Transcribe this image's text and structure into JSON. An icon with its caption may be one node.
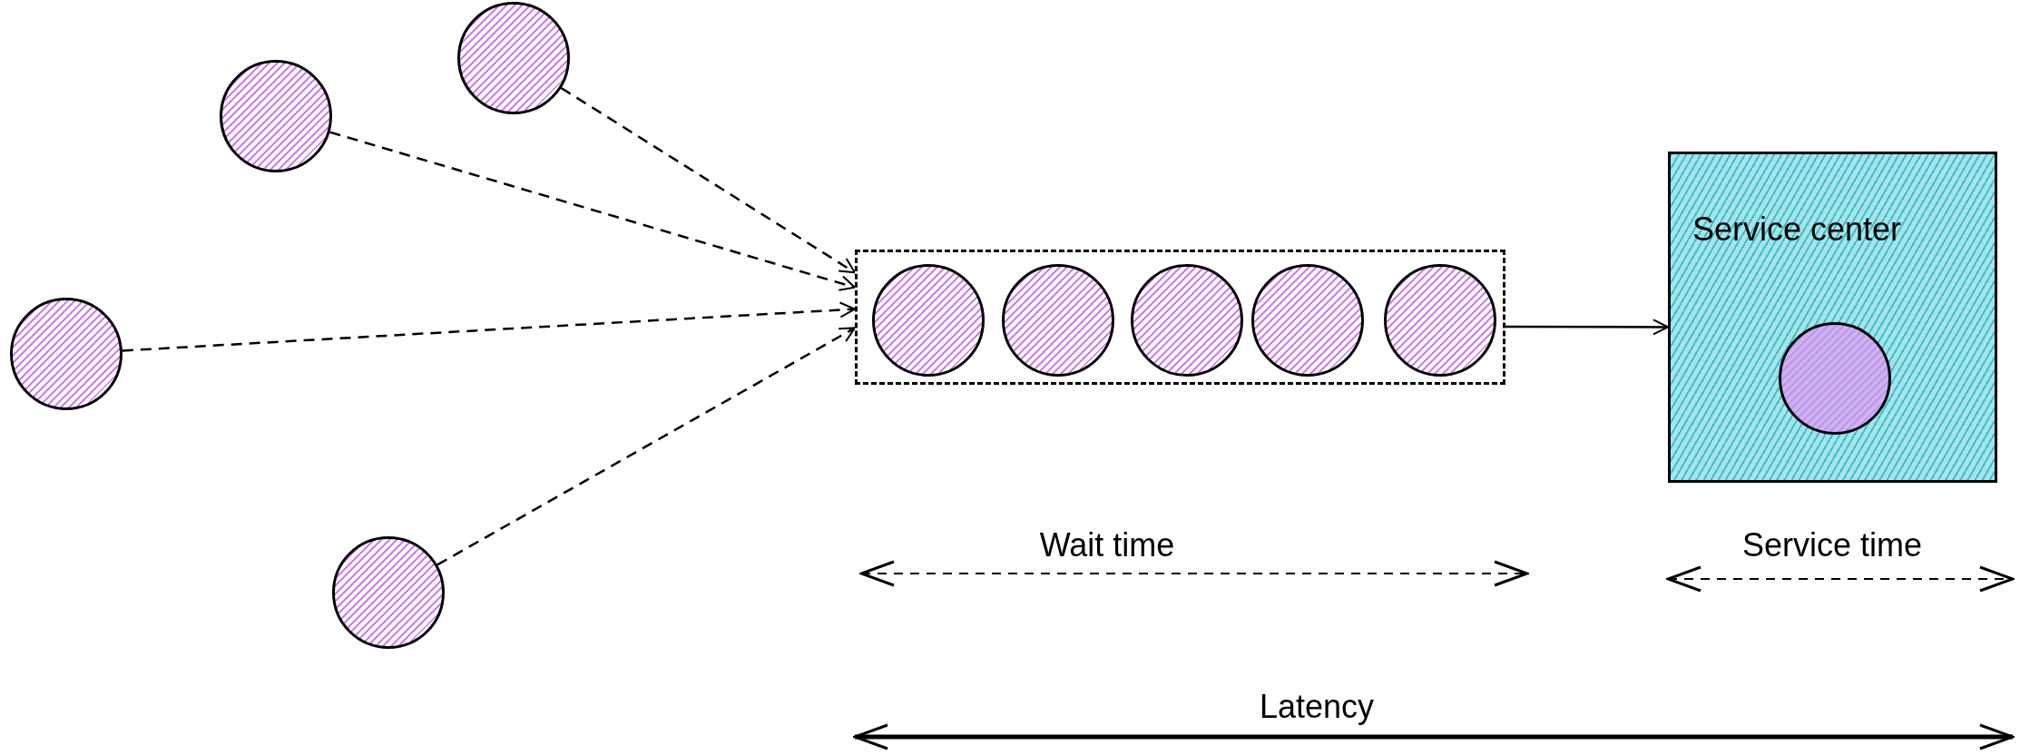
{
  "diagram": {
    "nodes": [
      {
        "text": [],
        "shape": "circle"
      },
      {
        "text": [],
        "shape": "circle"
      },
      {
        "text": [],
        "shape": "circle"
      },
      {
        "text": [],
        "shape": "circle"
      },
      {
        "text": [],
        "shape": "box"
      },
      {
        "text": [],
        "shape": "circle",
        "in": 4
      },
      {
        "text": [],
        "shape": "circle",
        "in": 4
      },
      {
        "text": [],
        "shape": "circle",
        "in": 4
      },
      {
        "text": [],
        "shape": "circle",
        "in": 4
      },
      {
        "text": [],
        "shape": "circle",
        "in": 4
      },
      {
        "text": [
          "Service center"
        ]
      },
      {
        "text": [],
        "shape": "circle",
        "in": 10
      }
    ],
    "edges": [
      {
        "from": 0,
        "to": 4,
        "arrow": "to",
        "style": "dashed"
      },
      {
        "from": 1,
        "to": 4,
        "arrow": "to",
        "style": "dashed"
      },
      {
        "from": 2,
        "to": 4,
        "arrow": "to",
        "style": "dashed"
      },
      {
        "from": 3,
        "to": 4,
        "arrow": "to",
        "style": "dashed"
      },
      {
        "from": 4,
        "to": 10,
        "arrow": "to"
      }
    ],
    "labels": [
      "Wait time",
      "Service time",
      "Latency"
    ]
  }
}
